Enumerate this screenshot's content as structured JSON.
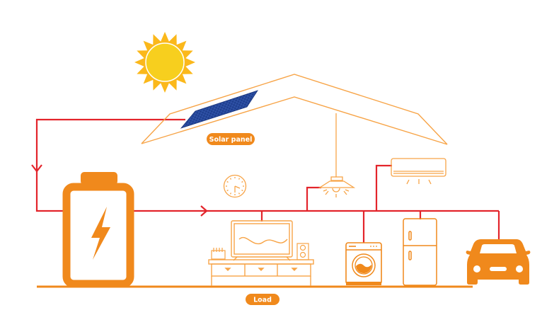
{
  "labels": {
    "solar_panel": "Solar panel",
    "load": "Load"
  },
  "colors": {
    "wire": "#e3242b",
    "outline": "#f7a447",
    "accent": "#f0891c",
    "sun_core": "#f7cf1e",
    "sun_rays": "#fbb81b",
    "panel": "#1f3f8f",
    "pill_text": "#ffffff"
  },
  "components": [
    {
      "name": "sun",
      "icon": "sun-icon"
    },
    {
      "name": "solar-panel",
      "icon": "solar-panel-icon"
    },
    {
      "name": "battery",
      "icon": "battery-icon"
    },
    {
      "name": "clock",
      "icon": "clock-icon"
    },
    {
      "name": "ceiling-lamp",
      "icon": "lamp-icon"
    },
    {
      "name": "air-conditioner",
      "icon": "air-conditioner-icon"
    },
    {
      "name": "television",
      "icon": "tv-icon"
    },
    {
      "name": "tv-stand",
      "icon": "cabinet-icon"
    },
    {
      "name": "speaker",
      "icon": "speaker-icon"
    },
    {
      "name": "washing-machine",
      "icon": "washing-machine-icon"
    },
    {
      "name": "refrigerator",
      "icon": "fridge-icon"
    },
    {
      "name": "electric-car",
      "icon": "car-icon"
    }
  ],
  "flow": [
    {
      "from": "solar-panel",
      "to": "battery",
      "direction": "down"
    },
    {
      "from": "battery",
      "to": "load",
      "direction": "right"
    }
  ]
}
